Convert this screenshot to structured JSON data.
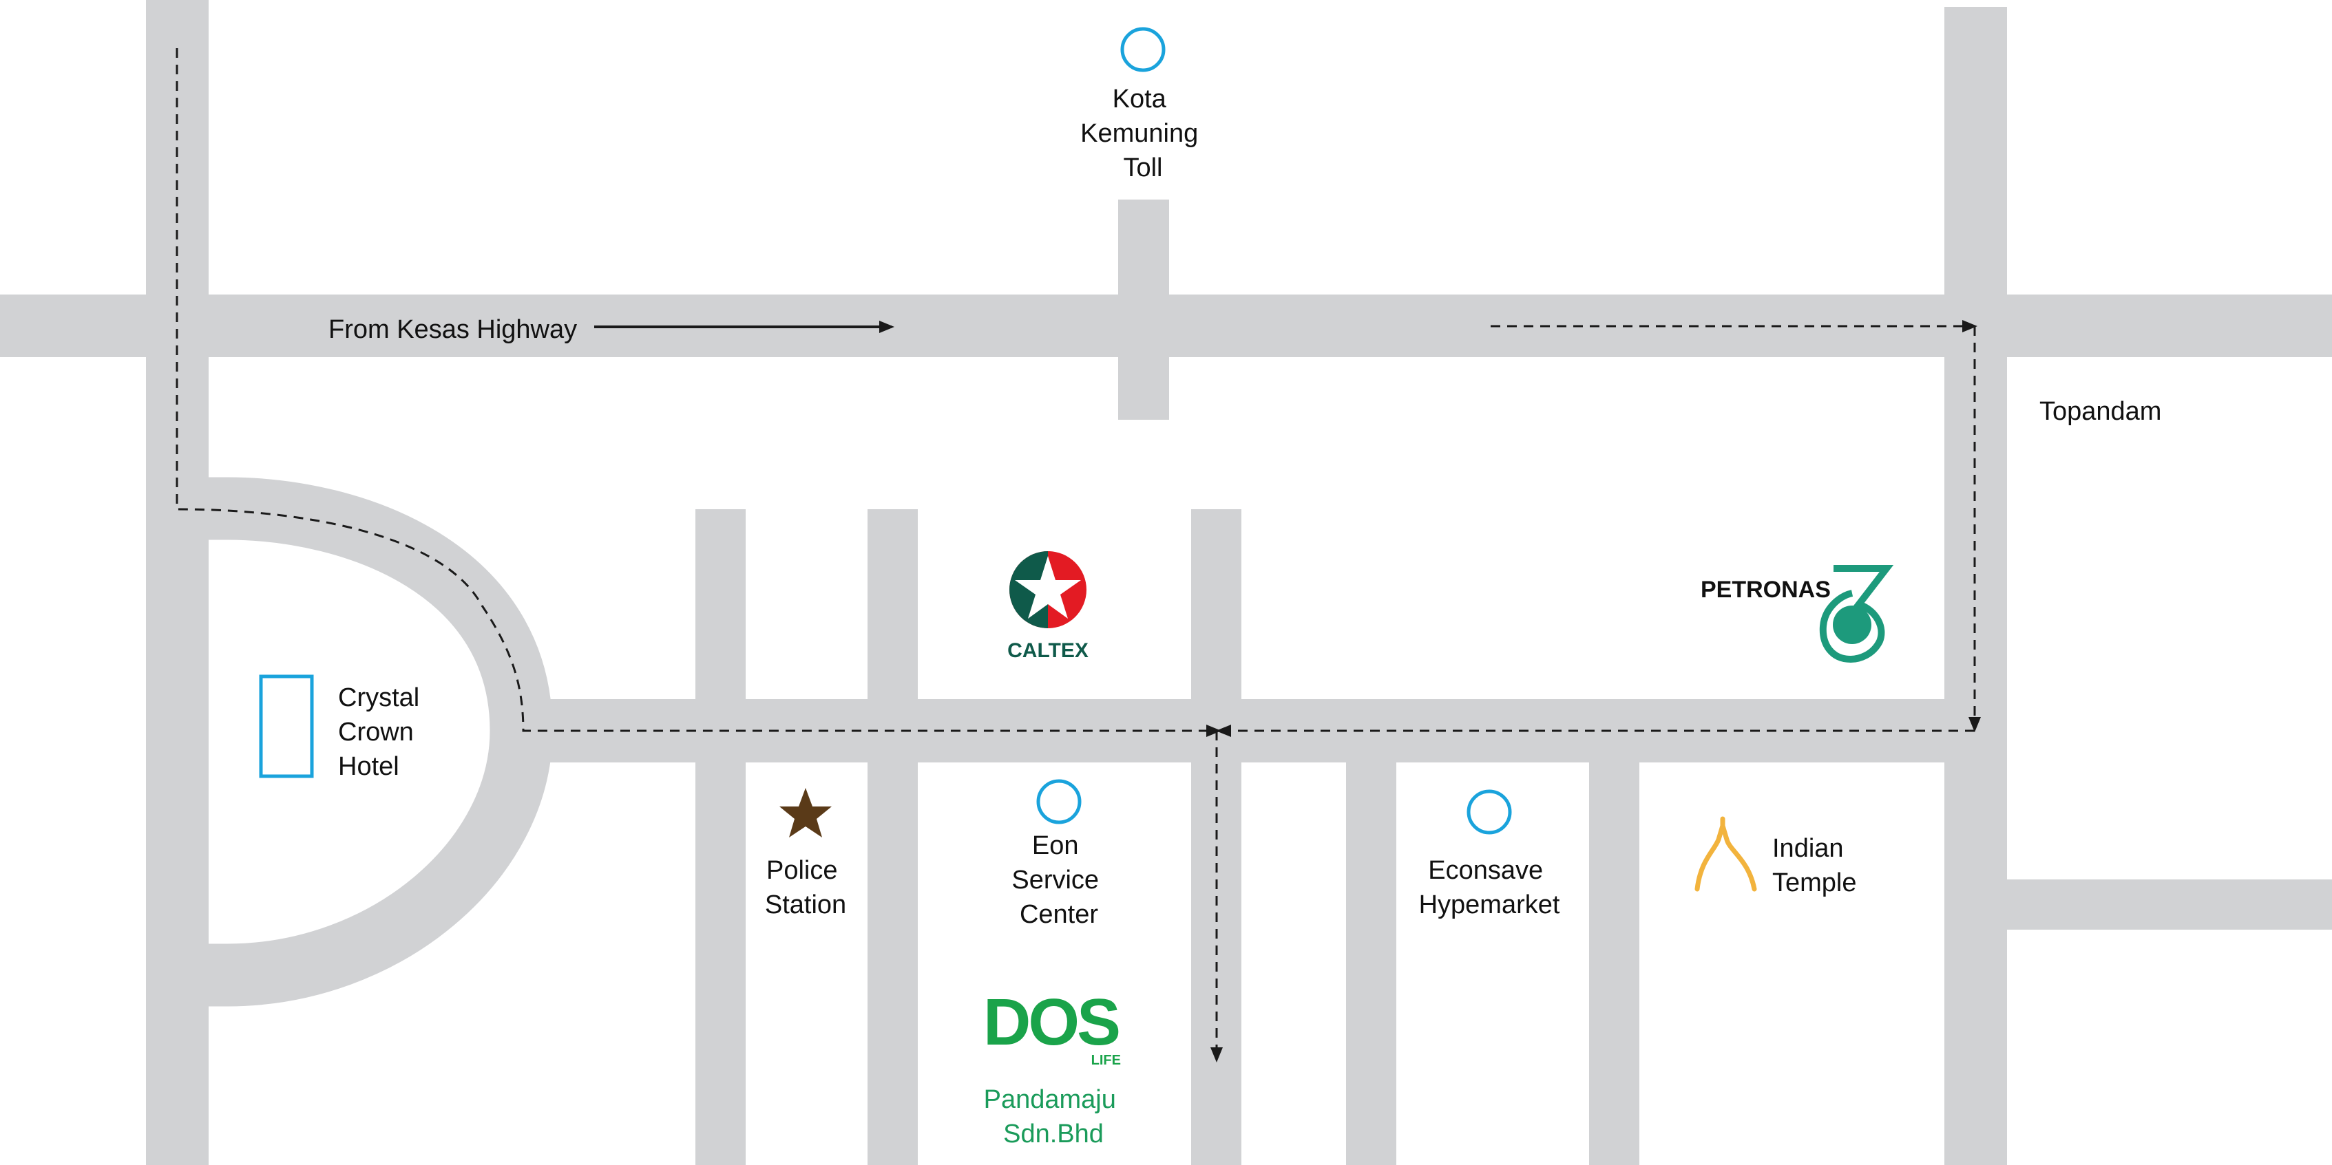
{
  "colors": {
    "road": "#d1d2d4",
    "route_line": "#1a1a1a",
    "poi_ring": "#1aa3dc",
    "police_star": "#5a3a18",
    "temple": "#f2b33d",
    "petronas_green": "#1d9a7c",
    "caltex_red": "#e31b23",
    "caltex_green": "#0f5a4a",
    "dos_green": "#1aa34a",
    "label": "#111111"
  },
  "labels": {
    "toll": [
      "Kota",
      "Kemuning",
      "Toll"
    ],
    "highway": "From Kesas Highway",
    "topandam": "Topandam",
    "hotel": [
      "Crystal",
      "Crown",
      "Hotel"
    ],
    "police": [
      "Police",
      "Station"
    ],
    "eon": [
      "Eon",
      "Service",
      "Center"
    ],
    "econsave": [
      "Econsave",
      "Hypemarket"
    ],
    "temple": [
      "Indian",
      "Temple"
    ],
    "pandamaju": [
      "Pandamaju",
      "Sdn.Bhd"
    ]
  },
  "logos": {
    "caltex": "CALTEX",
    "petronas": "PETRONAS",
    "dos": "DOS",
    "dos_sub": "LIFE"
  },
  "icons": {
    "toll": "circle-ring-icon",
    "hotel": "rectangle-outline-icon",
    "police": "star-icon",
    "eon": "circle-ring-icon",
    "econsave": "circle-ring-icon",
    "temple": "temple-arch-icon",
    "direction": "arrow-right-icon"
  }
}
